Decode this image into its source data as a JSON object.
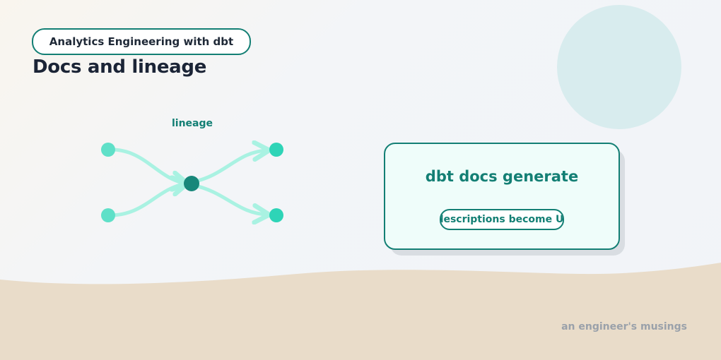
{
  "header": {
    "series_label": "Analytics Engineering with dbt",
    "title": "Docs and lineage"
  },
  "diagram": {
    "label": "lineage",
    "nodes": [
      "source-top",
      "source-bottom",
      "hub",
      "target-top",
      "target-bottom"
    ],
    "colors": {
      "node": "#5fe0c8",
      "hub": "#17877a",
      "edge": "#a9f2e2"
    }
  },
  "card": {
    "title": "dbt docs generate",
    "badge": "descriptions become UI"
  },
  "footer": {
    "text": "an engineer's musings"
  },
  "colors": {
    "accent": "#137f74",
    "title": "#1b2436",
    "sand": "#e9dcc9",
    "circle": "#d8ecee"
  }
}
